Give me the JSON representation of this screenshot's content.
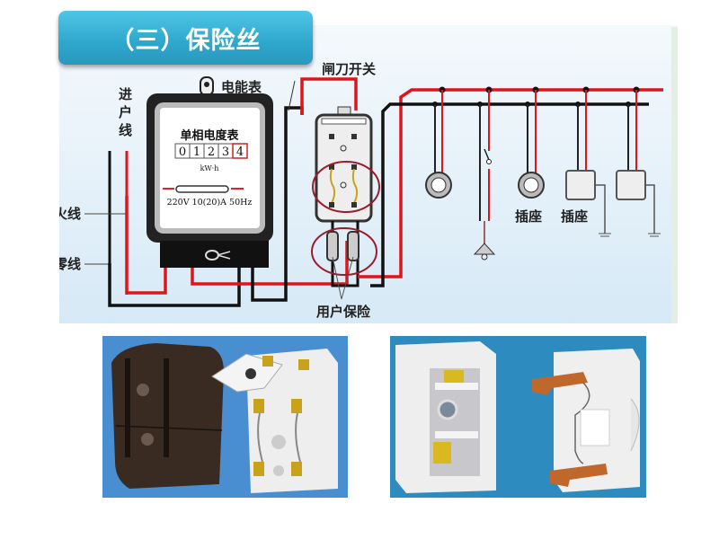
{
  "slide": {
    "title": "（三）保险丝"
  },
  "diagram": {
    "labels": {
      "incoming_line": [
        "进",
        "户",
        "线"
      ],
      "live_wire": "火线",
      "neutral_wire": "零线",
      "meter": "电能表",
      "knife_switch": "闸刀开关",
      "user_fuse": "用户保险",
      "socket_1": "插座",
      "socket_2": "插座"
    },
    "meter": {
      "title": "单相电度表",
      "digits": [
        "0",
        "1",
        "2",
        "3",
        "4"
      ],
      "unit": "kW·h",
      "rating": "220V 10(20)A 50Hz"
    },
    "colors": {
      "live": "#e0141b",
      "neutral": "#111111",
      "highlight_circle": "#9b1c2c"
    }
  },
  "photos": [
    {
      "name": "knife-switch-photo",
      "description": "porcelain knife switch with black cover"
    },
    {
      "name": "fuse-holder-photo",
      "description": "porcelain plug-in fuse holder with fuse wire"
    }
  ]
}
